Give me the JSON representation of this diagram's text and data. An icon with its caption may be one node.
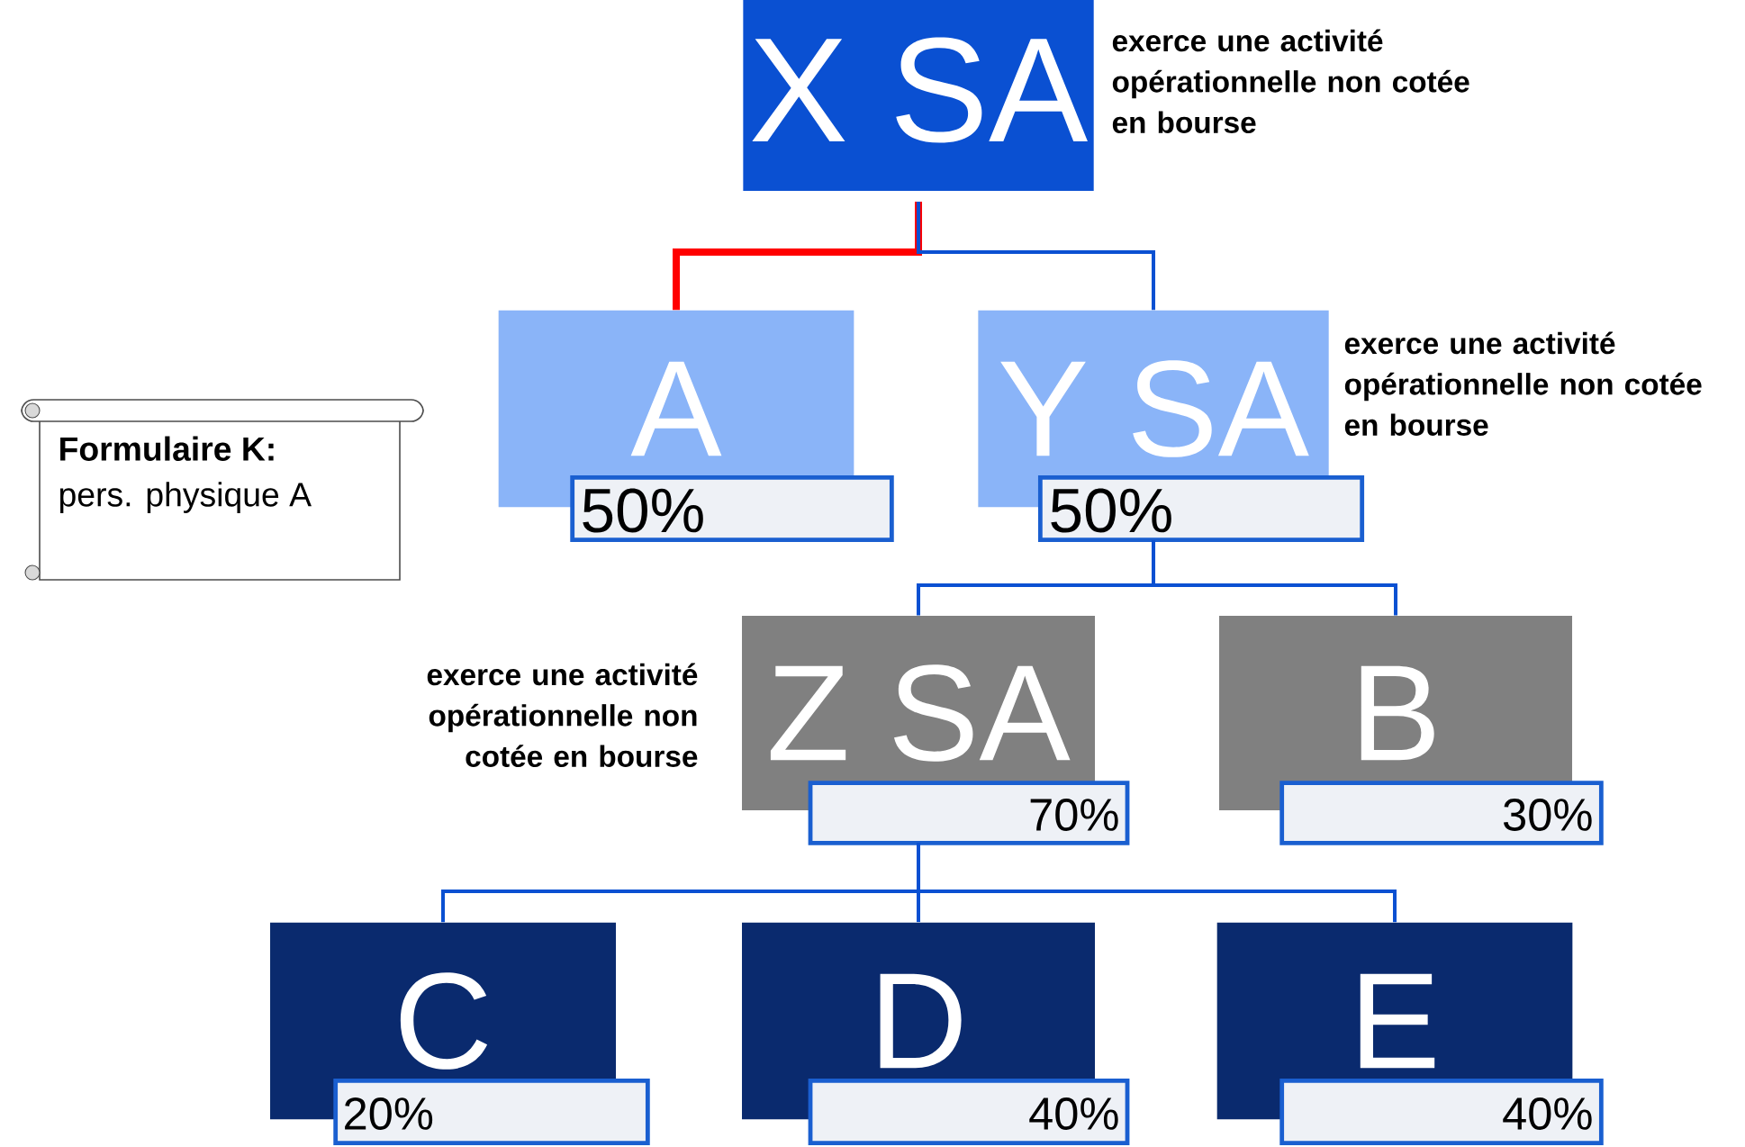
{
  "diagram": {
    "nodes": [
      {
        "text": [
          "X SA"
        ],
        "beside": [
          "exerce une activité opérationnelle non cotée en bourse"
        ]
      },
      {
        "text": [
          "A"
        ]
      },
      {
        "text": [
          "50%"
        ]
      },
      {
        "text": [
          "Y SA"
        ],
        "beside": [
          "exerce une activité opérationnelle non cotée en bourse"
        ]
      },
      {
        "text": [
          "50%"
        ]
      },
      {
        "text": [
          "Z SA"
        ],
        "beside": [
          "exerce une activité opérationnelle non cotée en bourse"
        ]
      },
      {
        "text": [
          "70%"
        ]
      },
      {
        "text": [
          "B"
        ]
      },
      {
        "text": [
          "30%"
        ]
      },
      {
        "text": [
          "C"
        ]
      },
      {
        "text": [
          "20%"
        ]
      },
      {
        "text": [
          "D"
        ]
      },
      {
        "text": [
          "40%"
        ]
      },
      {
        "text": [
          "E"
        ]
      },
      {
        "text": [
          "40%"
        ]
      },
      {
        "text": [
          "Formulaire K:",
          "pers. physique A"
        ]
      }
    ],
    "edges": [
      {
        "from": 0,
        "to": 1,
        "arrow": "none",
        "style": "thick",
        "color": "#ff0000"
      },
      {
        "from": 0,
        "to": 3,
        "arrow": "none"
      },
      {
        "from": 4,
        "to": 5,
        "arrow": "none"
      },
      {
        "from": 4,
        "to": 7,
        "arrow": "none"
      },
      {
        "from": 6,
        "to": 9,
        "arrow": "none"
      },
      {
        "from": 6,
        "to": 11,
        "arrow": "none"
      },
      {
        "from": 6,
        "to": 13,
        "arrow": "none"
      }
    ]
  }
}
